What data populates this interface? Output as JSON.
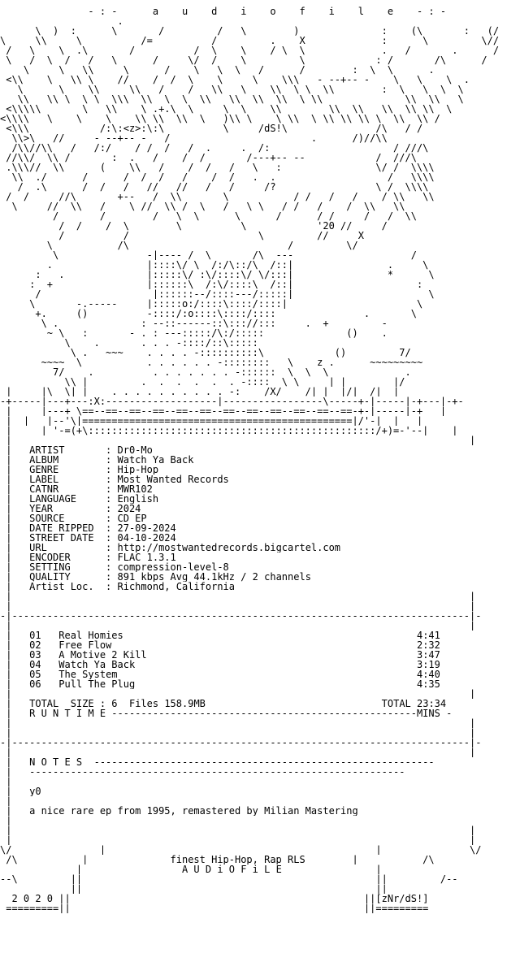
{
  "header": {
    "title_line": "               - : -      a    u    d    i    o    f    i    l    e    - : -"
  },
  "art": [
    "           _        .                                                       _",
    " _____\\__)__:______\\_______/_________/___\\________)______________:____(\\_______:___(/__",
    "\\_____\\\\     \\          /=         _/         .    X             :      \\         \\//",
    " /   \\____\\__.\\_______/ _________/__\\____\\____/_\\__\\_____________.___/_______.______/",
    "_\\___/  \\__/___/   \\______/  ___\\/__/    \\_________\\____________:_/_______/\\______/_",
    "    \\_____\\   \\\\     \\ _____/    \\___\\  \\_ _/______/        :  \\  \\      .",
    " <\\\\____\\   \\\\ \\____//____/__/  \\    \\___  \\___ \\\\\\   - --+-- -    \\   \\    \\  ._",
    "   \\____  \\    \\\\ ____\\\\  _/  __/   \\\\   \\    \\\\  \\ \\  \\\\        :  \\   \\  \\  \\",
    "  _\\\\___\\\\ \\__\\ \\  \\\\\\  \\\\  \\  \\  \\\\___\\\\  \\\\  \\\\  \\ \\\\  ____ _____  \\\\  \\\\   \\",
    " <\\\\\\\\\\_____  \\_  \\\\  __\\_.+.\\  \\_    \\  \\_   \\\\   ___  \\\\  \\\\   \\\\  \\\\ \\\\  \\",
    "<\\\\\\\\___\\    \\____\\__  \\\\ \\\\  \\\\  \\_ _)\\\\ \\  _ \\_\\\\_ \\_\\\\ \\\\ \\\\_\\__\\\\  \\\\ /",
    " <\\\\\\____________/:\\:<z>:\\:\\__________\\_____/dS!\\_______________/\\___/ /",
    "  \\\\>\\___//     - --+-- -  _/_  ____                 .______/)//\\\\",
    "  /\\\\//\\\\___/___/:/ ___/_/  /___/  .     .__/:_____________________/ ///\\",
    " //\\\\/  \\\\ /       :  .   /    /  /_______/---+-- --       ____ /  ///\\",
    " .\\\\\\//  \\\\  ____(____\\\\___/ ___/  /   /   \\   :                \\/ /  \\\\\\\\",
    "  \\\\  ./  ____/   ___/  /__/   /    /  /   .  .__________________ /   \\\\\\\\",
    "   /  .\\_ ____/  /   /   //   //   /   /     /?  ______________ \\_/  \\\\\\\\",
    " /  /____ //\\_  ___ +--   /  \\\\  __   \\___ _  ____/ / __/__ /    / \\\\   \\\\",
    "  \\ ____//  \\\\___/_ _ \\_//  \\\\_/  \\___/___\\_\\___/ /___/    /  \\\\   \\\\",
    "  _______/____   /  ______/___\\__\\______\\______/______/_/   __/   /  \\\\",
    "  ________/  /____/  \\________\\__________\\____________'20 //  ___/",
    "  ______  /______   _/______________________\\_________//    _X_",
    "        \\______     /\\___________________________/         \\/",
    "         \\_              -|---- /  \\  ___  /\\  ---                   _/_",
    "        .  _  ________   |::::\\/ \\  /:/\\::/\\  /::|   ___________  .     \\",
    "      :   .  __________  |:::::\\/ :\\/::::\\/ \\/:::|  ____________  *      \\",
    "     :  +  _____________ |::::::\\  /:\\/::::\\  /::|  _____________      :",
    "     _/___________________|::::::--/::::---/:::::|  _______________      \\_",
    "     \\       -.-----     |:::::o:/::::\\::::/::::|   ______________     \\",
    "      +.     ()   ___    -::::/:o::::\\::::/:::: ___________   .      _\\_",
    "       \\ .        ___   : --::------::\\::://::: ___ .  +         -",
    "        ~ \\   :       - . : ---:::::/\\:/:::::  __          ()    .",
    "           \\_   .       . . . -::::/::\\:::::  __                  ____",
    "            \\_._  ~~~    . . . . -::::::::::\\ __         ()     ____7/_",
    "       ~~~~  \\ __ ___    . . . . . . -::::::::  _\\ __ z .      ~~~~~~~~~",
    "         7/    .__ ___    . . . . . . . -::::::  \\__\\_ \\  _________  .",
    "  ______   \\\\ | __ __   .  .  .  .  .  . -::::  \\ \\_ ___| |______  |/ __",
    " |     |\\  \\| |___ . . . . . . . . . . -: ___/X/____/| |  |/|  /|  |",
    "-+-----|---+---:X:-------------------|-----------------\\-----+-|-----|-+---|-+-",
    " |     |---+ \\==--==--==--==--==--==--==--==--==--==--==--==-+-|-----|-+   |",
    " |__|   |--'\\|==============================================|/'-|  |   |",
    " |_____|_'-=(+\\:::::::::::::::::::::::::::::::::::::::::::::::::/+)=-'--|____|"
  ],
  "info": {
    "rows": [
      {
        "key": "ARTIST",
        "value": "Dr0-Mo"
      },
      {
        "key": "ALBUM",
        "value": "Watch Ya Back"
      },
      {
        "key": "GENRE",
        "value": "Hip-Hop"
      },
      {
        "key": "LABEL",
        "value": "Most Wanted Records"
      },
      {
        "key": "CATNR",
        "value": "MWR102"
      },
      {
        "key": "LANGUAGE",
        "value": "English"
      },
      {
        "key": "YEAR",
        "value": "2024"
      },
      {
        "key": "SOURCE",
        "value": "CD EP"
      },
      {
        "key": "DATE RIPPED",
        "value": "27-09-2024"
      },
      {
        "key": "STREET DATE",
        "value": "04-10-2024"
      },
      {
        "key": "URL",
        "value": "http://mostwantedrecords.bigcartel.com"
      },
      {
        "key": "ENCODER",
        "value": "FLAC 1.3.1"
      },
      {
        "key": "SETTING",
        "value": "compression-level-8"
      },
      {
        "key": "QUALITY",
        "value": "891 kbps Avg 44.1kHz / 2 channels"
      },
      {
        "key": "Artist Loc.",
        "value": "Richmond, California"
      }
    ]
  },
  "tracks": [
    {
      "num": "01",
      "title": "Real Homies",
      "time": "4:41"
    },
    {
      "num": "02",
      "title": "Free Flow",
      "time": "2:32"
    },
    {
      "num": "03",
      "title": "A Motive 2 Kill",
      "time": "3:47"
    },
    {
      "num": "04",
      "title": "Watch Ya Back",
      "time": "3:19"
    },
    {
      "num": "05",
      "title": "The System",
      "time": "4:40"
    },
    {
      "num": "06",
      "title": "Pull The Plug",
      "time": "4:35"
    }
  ],
  "totals": {
    "size_label": "TOTAL  SIZE",
    "size_value": "6  Files_158.9MB",
    "total_label": "TOTAL",
    "total_time": "23:34",
    "runtime_label": "R U N T I M E",
    "mins_label": "MINS"
  },
  "notes": {
    "heading": "N O T E S",
    "greeting": "y0",
    "text": "a nice rare ep from 1995, remastered by Milian Mastering"
  },
  "footer": {
    "line1": "finest Hip-Hop, Rap RLS",
    "line2": "A U D i O F i L E",
    "year": "2 0 2 0",
    "credit": "[zNr/dS!]"
  }
}
